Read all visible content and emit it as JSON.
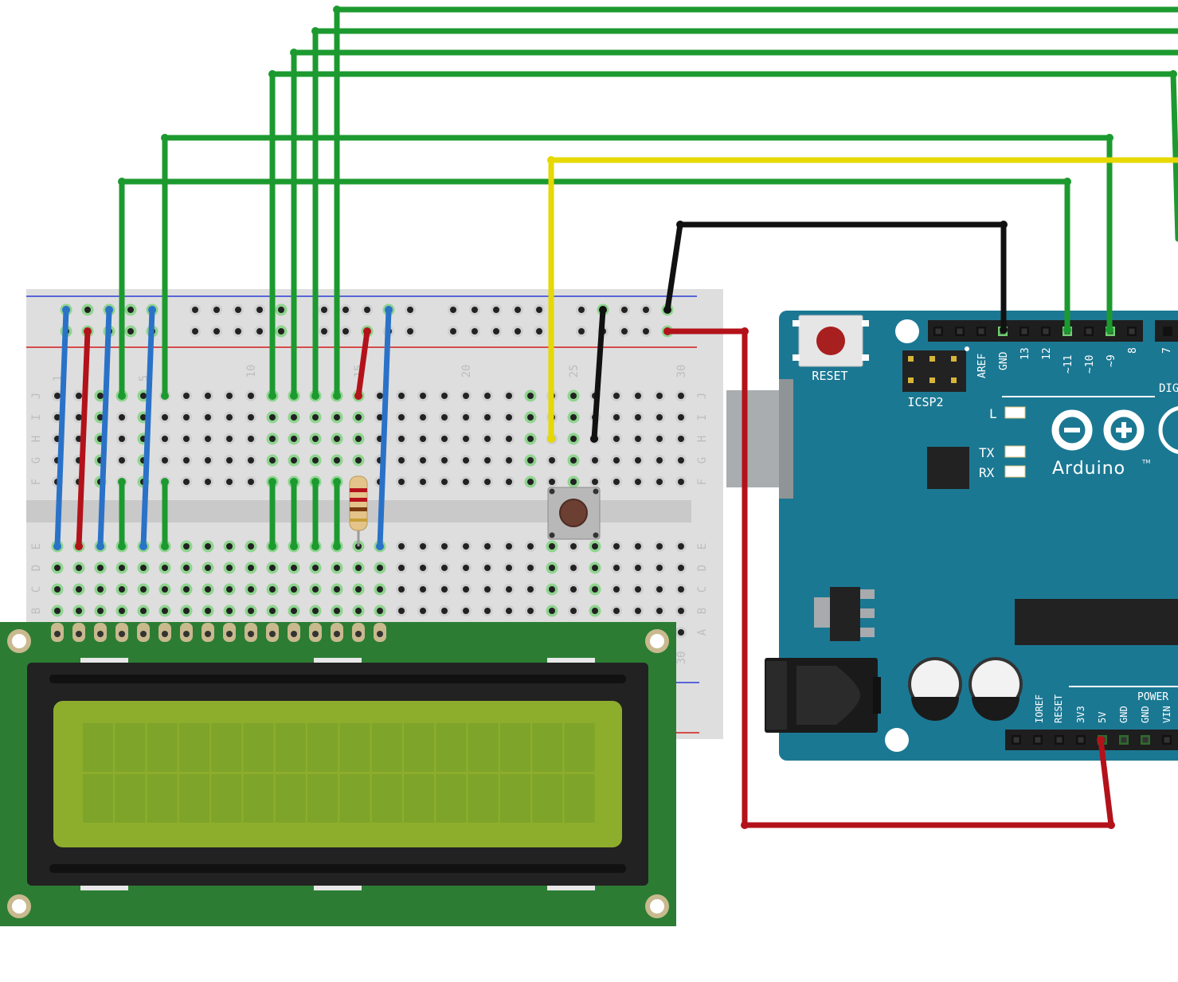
{
  "breadboard": {
    "column_numbers": [
      "1",
      "5",
      "10",
      "15",
      "20",
      "25",
      "30"
    ],
    "rows_top": [
      "J",
      "I",
      "H",
      "G",
      "F"
    ],
    "rows_bottom": [
      "E",
      "D",
      "C",
      "B",
      "A"
    ]
  },
  "arduino": {
    "reset_label": "RESET",
    "icsp_label": "ICSP2",
    "brand": "Arduino",
    "trademark": "TM",
    "digital_label": "DIG",
    "power_label": "POWER",
    "led_l": "L",
    "led_tx": "TX",
    "led_rx": "RX",
    "digital_pins": [
      "AREF",
      "GND",
      "13",
      "12",
      "~11",
      "~10",
      "~9",
      "8",
      "7"
    ],
    "power_pins": [
      "IOREF",
      "RESET",
      "3V3",
      "5V",
      "GND",
      "GND",
      "VIN"
    ]
  },
  "colors": {
    "wire_green": "#22b23c",
    "wire_blue": "#2e7fd6",
    "wire_red": "#c8161d",
    "wire_black": "#1a1a1a",
    "wire_yellow": "#f5e800",
    "arduino_board": "#1b7893",
    "lcd_pcb": "#2c7d33",
    "lcd_screen": "#8dae2d"
  }
}
